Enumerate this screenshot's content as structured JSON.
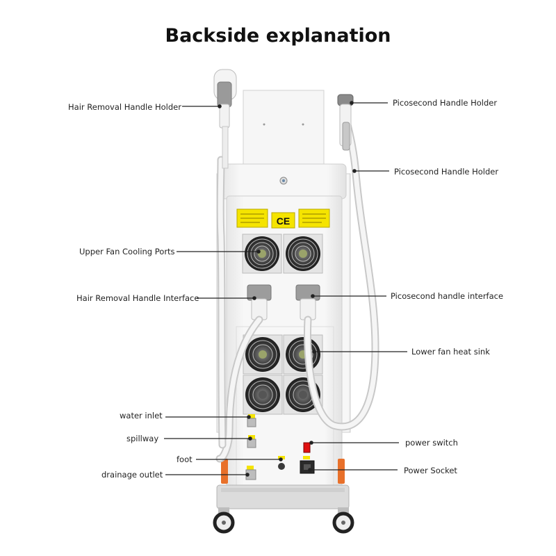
{
  "title": "Backside explanation",
  "labels": {
    "hair_removal_handle_holder": "Hair Removal Handle Holder",
    "picosecond_handle_holder_top": "Picosecond Handle Holder",
    "picosecond_handle_holder_side": "Picosecond Handle Holder",
    "upper_fan_cooling_ports": "Upper Fan Cooling Ports",
    "hair_removal_handle_interface": "Hair Removal Handle Interface",
    "picosecond_handle_interface": "Picosecond handle interface",
    "lower_fan_heat_sink": "Lower fan heat sink",
    "water_inlet": "water inlet",
    "spillway": "spillway",
    "foot": "foot",
    "drainage_outlet": "drainage outlet",
    "power_switch": "power switch",
    "power_socket": "Power Socket"
  },
  "ce_mark": "CE",
  "colors": {
    "body": "#f4f4f4",
    "outline": "#c8c8c8",
    "warning_label": "#f5e400",
    "power_switch": "#e01010",
    "accent_orange": "#e8702a",
    "fan_dark": "#2a2a2a"
  }
}
